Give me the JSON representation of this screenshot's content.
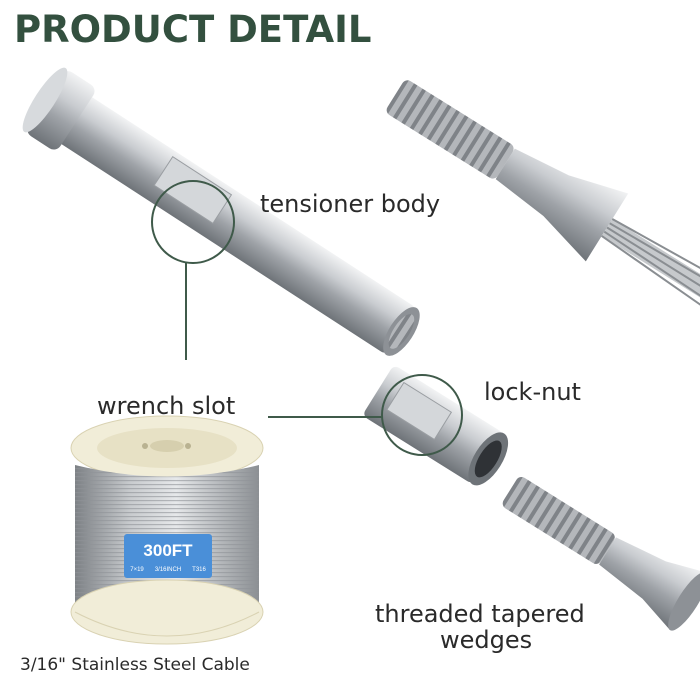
{
  "title": "PRODUCT DETAIL",
  "labels": {
    "tensioner_body": "tensioner body",
    "wrench_slot": "wrench slot",
    "lock_nut": "lock-nut",
    "wedges_line1": "threaded tapered",
    "wedges_line2": "wedges"
  },
  "spool": {
    "length": "300FT",
    "spec_construction": "7×19",
    "spec_diameter": "3/16INCH",
    "spec_grade": "T316",
    "caption": "3/16\" Stainless Steel Cable"
  },
  "colors": {
    "title": "#33503f",
    "callout_line": "#3f5a4a",
    "steel": "#b9bcc0",
    "spool_label": "#4a8fd8"
  }
}
